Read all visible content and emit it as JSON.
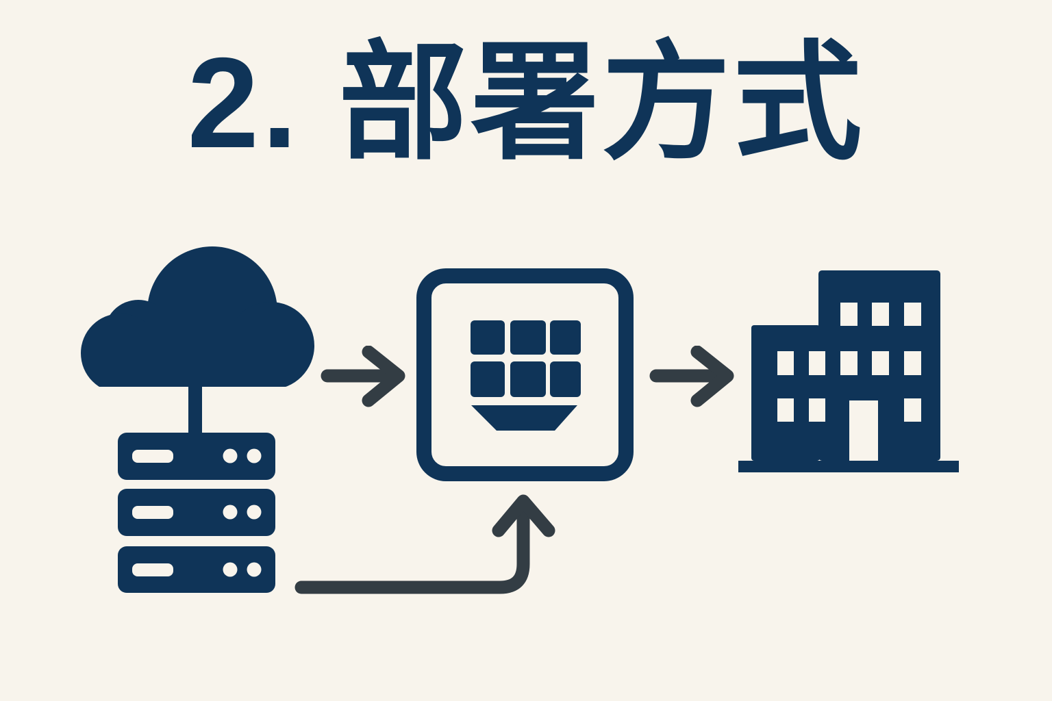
{
  "title": "2. 部署方式",
  "colors": {
    "navy": "#0f3458",
    "arrow": "#333d44",
    "background": "#f8f4ec"
  },
  "diagram": {
    "nodes": [
      {
        "id": "cloud-server",
        "icon": "cloud-server-icon",
        "description": "cloud connected to a stack of three servers"
      },
      {
        "id": "container",
        "icon": "container-grid-icon",
        "description": "rounded square frame holding a 3x2 module grid over a hull shape"
      },
      {
        "id": "building",
        "icon": "building-icon",
        "description": "office building with windows and a door"
      }
    ],
    "connections": [
      {
        "from": "cloud-server",
        "to": "container",
        "shape": "right-arrow"
      },
      {
        "from": "container",
        "to": "building",
        "shape": "right-arrow"
      },
      {
        "from": "cloud-server",
        "to": "container",
        "shape": "elbow-up-arrow"
      }
    ]
  }
}
